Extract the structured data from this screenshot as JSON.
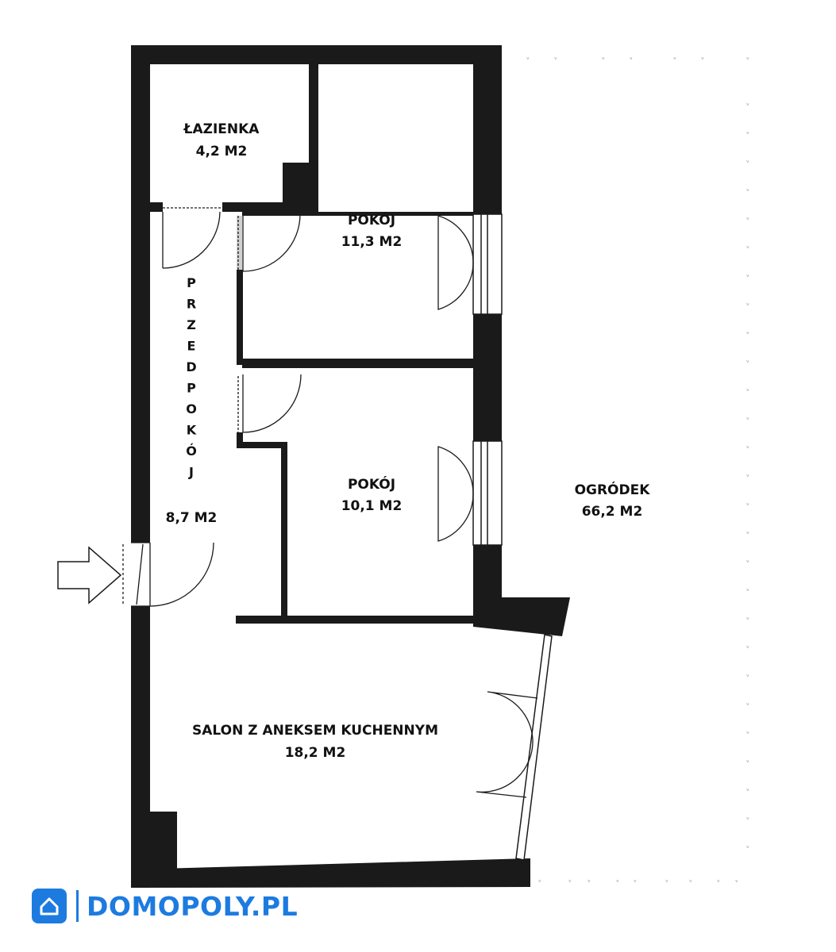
{
  "rooms": {
    "bathroom": {
      "name": "ŁAZIENKA",
      "area": "4,2 M2"
    },
    "room1": {
      "name": "POKÓJ",
      "area": "11,3 M2"
    },
    "room2": {
      "name": "POKÓJ",
      "area": "10,1 M2"
    },
    "hall": {
      "letters": [
        "P",
        "R",
        "Z",
        "E",
        "D",
        "P",
        "O",
        "K",
        "Ó",
        "J"
      ],
      "area": "8,7 M2"
    },
    "garden": {
      "name": "OGRÓDEK",
      "area": "66,2 M2"
    },
    "living": {
      "name": "SALON Z ANEKSEM KUCHENNYM",
      "area": "18,2 M2"
    }
  },
  "brand": {
    "text": "DOMOPOLY.PL"
  },
  "hedge_glyph": "ᵥ",
  "colors": {
    "wall": "#1a1a1a",
    "brand": "#1d7be0"
  }
}
